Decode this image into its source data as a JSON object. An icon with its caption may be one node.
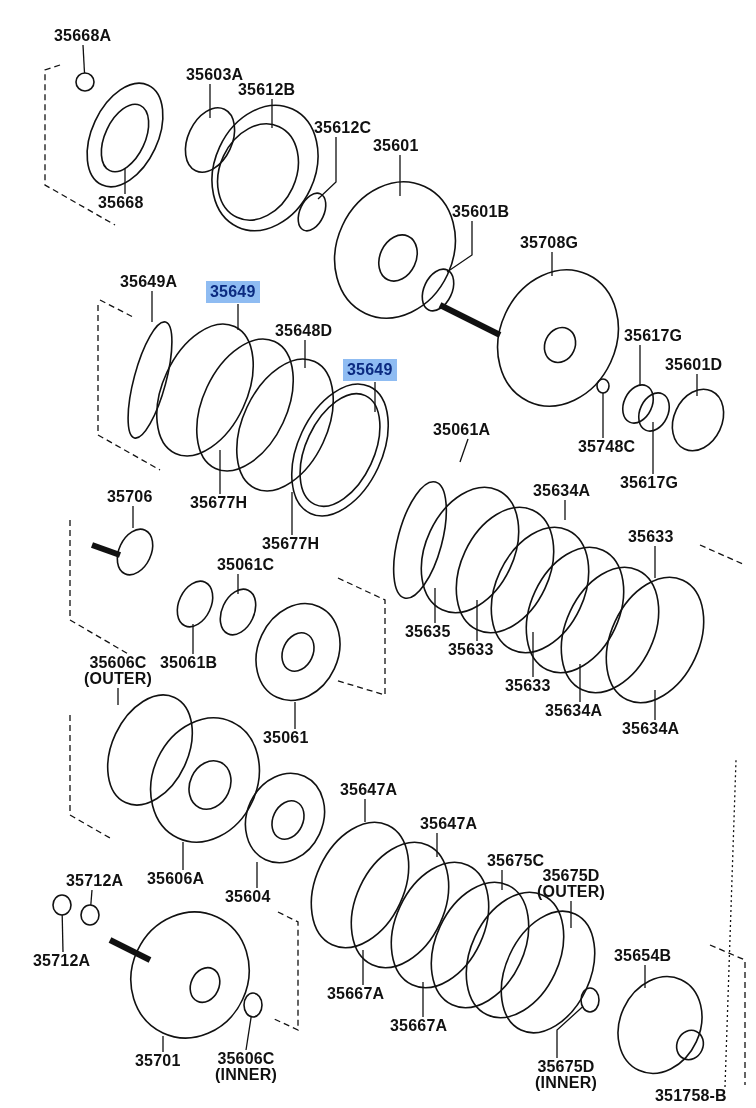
{
  "diagram": {
    "nodes": [
      {
        "text": [
          "35668A"
        ]
      },
      {
        "text": [
          "35603A"
        ]
      },
      {
        "text": [
          "35612B"
        ]
      },
      {
        "text": [
          "35612C"
        ]
      },
      {
        "text": [
          "35601"
        ]
      },
      {
        "text": [
          "35668"
        ]
      },
      {
        "text": [
          "35601B"
        ]
      },
      {
        "text": [
          "35708G"
        ]
      },
      {
        "text": [
          "35649A"
        ]
      },
      {
        "text": [
          "35649"
        ]
      },
      {
        "text": [
          "35648D"
        ]
      },
      {
        "text": [
          "35649"
        ]
      },
      {
        "text": [
          "35617G"
        ]
      },
      {
        "text": [
          "35601D"
        ]
      },
      {
        "text": [
          "35748C"
        ]
      },
      {
        "text": [
          "35617G"
        ]
      },
      {
        "text": [
          "35061A"
        ]
      },
      {
        "text": [
          "35677H"
        ]
      },
      {
        "text": [
          "35634A"
        ]
      },
      {
        "text": [
          "35706"
        ]
      },
      {
        "text": [
          "35677H"
        ]
      },
      {
        "text": [
          "35633"
        ]
      },
      {
        "text": [
          "35061C"
        ]
      },
      {
        "text": [
          "35635"
        ]
      },
      {
        "text": [
          "35633"
        ]
      },
      {
        "text": [
          "35606C (OUTER)"
        ]
      },
      {
        "text": [
          "35061B"
        ]
      },
      {
        "text": [
          "35633"
        ]
      },
      {
        "text": [
          "35634A"
        ]
      },
      {
        "text": [
          "35634A"
        ]
      },
      {
        "text": [
          "35061"
        ]
      },
      {
        "text": [
          "35647A"
        ]
      },
      {
        "text": [
          "35647A"
        ]
      },
      {
        "text": [
          "35606A"
        ]
      },
      {
        "text": [
          "35604"
        ]
      },
      {
        "text": [
          "35675C"
        ]
      },
      {
        "text": [
          "35675D (OUTER)"
        ]
      },
      {
        "text": [
          "35712A"
        ]
      },
      {
        "text": [
          "35712A"
        ]
      },
      {
        "text": [
          "35654B"
        ]
      },
      {
        "text": [
          "35667A"
        ]
      },
      {
        "text": [
          "35667A"
        ]
      },
      {
        "text": [
          "35701"
        ]
      },
      {
        "text": [
          "35606C (INNER)"
        ]
      },
      {
        "text": [
          "35675D (INNER)"
        ]
      },
      {
        "text": [
          "351758-B"
        ]
      },
      {
        "text": [],
        "shape": "circle"
      },
      {
        "text": [],
        "shape": "circle"
      },
      {
        "text": [],
        "shape": "circle"
      },
      {
        "text": [],
        "shape": "circle"
      },
      {
        "text": [],
        "shape": "circle"
      },
      {
        "text": [],
        "shape": "circle"
      }
    ],
    "edges": [
      {
        "from": 0,
        "to": 46,
        "arrow": "none"
      },
      {
        "from": 1,
        "to": null,
        "arrow": "none"
      },
      {
        "from": 2,
        "to": null,
        "arrow": "none"
      },
      {
        "from": 3,
        "to": null,
        "arrow": "none"
      },
      {
        "from": 4,
        "to": null,
        "arrow": "none"
      },
      {
        "from": 5,
        "to": null,
        "arrow": "none"
      },
      {
        "from": 6,
        "to": null,
        "arrow": "none"
      },
      {
        "from": 7,
        "to": null,
        "arrow": "none"
      },
      {
        "from": 8,
        "to": null,
        "arrow": "none"
      },
      {
        "from": 9,
        "to": null,
        "arrow": "none"
      },
      {
        "from": 10,
        "to": null,
        "arrow": "none"
      },
      {
        "from": 11,
        "to": null,
        "arrow": "none"
      },
      {
        "from": 12,
        "to": null,
        "arrow": "none"
      },
      {
        "from": 13,
        "to": null,
        "arrow": "none"
      },
      {
        "from": 14,
        "to": 47,
        "arrow": "none"
      },
      {
        "from": 15,
        "to": null,
        "arrow": "none"
      },
      {
        "from": 16,
        "to": null,
        "arrow": "none"
      },
      {
        "from": 17,
        "to": null,
        "arrow": "none"
      },
      {
        "from": 18,
        "to": null,
        "arrow": "none"
      },
      {
        "from": 19,
        "to": null,
        "arrow": "none"
      },
      {
        "from": 20,
        "to": null,
        "arrow": "none"
      },
      {
        "from": 21,
        "to": null,
        "arrow": "none"
      },
      {
        "from": 22,
        "to": null,
        "arrow": "none"
      },
      {
        "from": 23,
        "to": null,
        "arrow": "none"
      },
      {
        "from": 24,
        "to": null,
        "arrow": "none"
      },
      {
        "from": 25,
        "to": null,
        "arrow": "none"
      },
      {
        "from": 26,
        "to": null,
        "arrow": "none"
      },
      {
        "from": 27,
        "to": null,
        "arrow": "none"
      },
      {
        "from": 28,
        "to": null,
        "arrow": "none"
      },
      {
        "from": 29,
        "to": null,
        "arrow": "none"
      },
      {
        "from": 30,
        "to": null,
        "arrow": "none"
      },
      {
        "from": 31,
        "to": null,
        "arrow": "none"
      },
      {
        "from": 32,
        "to": null,
        "arrow": "none"
      },
      {
        "from": 33,
        "to": null,
        "arrow": "none"
      },
      {
        "from": 34,
        "to": null,
        "arrow": "none"
      },
      {
        "from": 35,
        "to": null,
        "arrow": "none"
      },
      {
        "from": 36,
        "to": null,
        "arrow": "none"
      },
      {
        "from": 37,
        "to": 48,
        "arrow": "none"
      },
      {
        "from": 38,
        "to": 49,
        "arrow": "none"
      },
      {
        "from": 39,
        "to": null,
        "arrow": "none"
      },
      {
        "from": 40,
        "to": null,
        "arrow": "none"
      },
      {
        "from": 41,
        "to": null,
        "arrow": "none"
      },
      {
        "from": 42,
        "to": null,
        "arrow": "none"
      },
      {
        "from": 43,
        "to": 50,
        "arrow": "none"
      },
      {
        "from": 44,
        "to": 51,
        "arrow": "none"
      },
      {
        "from": 45,
        "to": null,
        "arrow": "none",
        "style": "dashed"
      }
    ]
  }
}
